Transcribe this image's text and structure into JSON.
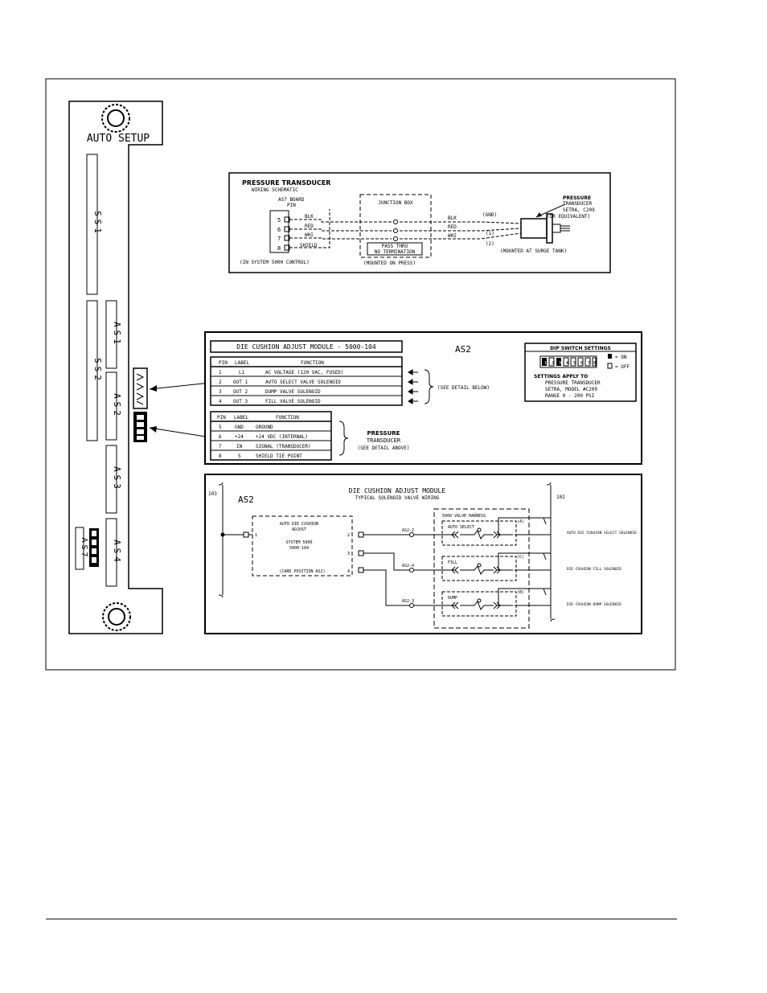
{
  "board": {
    "title": "AUTO SETUP",
    "slot_ss1": "SS1",
    "slot_ss2": "SS2",
    "slot_as1": "AS1",
    "slot_as2": "AS2",
    "slot_as3": "AS3",
    "slot_as4": "AS4",
    "slot_as7": "AS7"
  },
  "transducer_schematic": {
    "title": "PRESSURE TRANSDUCER",
    "subtitle": "WIRING SCHEMATIC",
    "board_pin_label_1": "AS7 BOARD",
    "board_pin_label_2": "PIN",
    "pins": [
      "5",
      "6",
      "7",
      "8"
    ],
    "wires_left": [
      "BLK",
      "RED",
      "WHI",
      "SHIELD"
    ],
    "junction_title": "JUNCTION BOX",
    "junction_note_1": "PASS THRU",
    "junction_note_2": "NO TERMINATION",
    "wires_right": [
      "BLK",
      "RED",
      "WHI"
    ],
    "terminals": [
      "(GND)",
      "(1)",
      "(2)"
    ],
    "sensor_label_1": "PRESSURE",
    "sensor_label_2": "TRANSDUCER",
    "sensor_label_3": "SETRA, C209",
    "sensor_label_4": "(OR EQUIVALENT)",
    "note_control": "(IN SYSTEM 5000 CONTROL)",
    "note_press": "(MOUNTED ON PRESS)",
    "note_tank": "(MOUNTED AT SURGE TANK)"
  },
  "module_table": {
    "title": "DIE CUSHION ADJUST MODULE - 5000-104",
    "label": "AS2",
    "headers": [
      "PIN",
      "LABEL",
      "FUNCTION"
    ],
    "rows": [
      [
        "1",
        "L1",
        "AC VOLTAGE (120 VAC, FUSED)"
      ],
      [
        "2",
        "OUT 1",
        "AUTO SELECT VALVE SOLENOID"
      ],
      [
        "3",
        "OUT 2",
        "DUMP VALVE SOLENOID"
      ],
      [
        "4",
        "OUT 3",
        "FILL VALVE SOLENOID"
      ]
    ],
    "note_detail_below": "(SEE DETAIL BELOW)",
    "headers2": [
      "PIN",
      "LABEL",
      "FUNCTION"
    ],
    "rows2": [
      [
        "5",
        "GND",
        "GROUND"
      ],
      [
        "6",
        "+24",
        "+24 VDC (INTERNAL)"
      ],
      [
        "7",
        "IN",
        "SIGNAL (TRANSDUCER)"
      ],
      [
        "8",
        "S",
        "SHIELD TIE POINT"
      ]
    ],
    "group2_label_1": "PRESSURE",
    "group2_label_2": "TRANSDUCER",
    "note_detail_above": "(SEE DETAIL ABOVE)",
    "dip_title": "DIP SWITCH SETTINGS",
    "dip_on": "= ON",
    "dip_off": "= OFF",
    "dip_digits": [
      "1",
      "2",
      "3",
      "4",
      "5",
      "6",
      "7",
      "8"
    ],
    "settings_1": "SETTINGS APPLY TO",
    "settings_2": "PRESSURE TRANSDUCER",
    "settings_3": "SETRA, MODEL #C209",
    "settings_4": "RANGE 0 - 200 PSI"
  },
  "wiring": {
    "title": "DIE CUSHION ADJUST MODULE",
    "subtitle": "TYPICAL SOLENOID VALVE WIRING",
    "label": "AS2",
    "rail_left": "103",
    "rail_right": "102",
    "module_line_1": "AUTO DIE CUSHION",
    "module_line_2": "ADJUST",
    "module_line_3": "SYSTEM 5000",
    "module_line_4": "5000-104",
    "module_line_5": "(CARD POSITION AS2)",
    "term_in": "1",
    "term_out": [
      "2",
      "3",
      "4"
    ],
    "wire_tags": [
      "AS2-2",
      "AS2-4",
      "AS2-3"
    ],
    "harness_title": "5000 VALVE HARNESS",
    "valves": [
      "AUTO SELECT",
      "FILL",
      "DUMP"
    ],
    "coils": [
      "(A)",
      "(C)",
      "(B)"
    ],
    "outputs": [
      "AUTO DIE CUSHION SELECT SOLENOID",
      "DIE CUSHION FILL SOLENOID",
      "DIE CUSHION DUMP SOLENOID"
    ]
  }
}
